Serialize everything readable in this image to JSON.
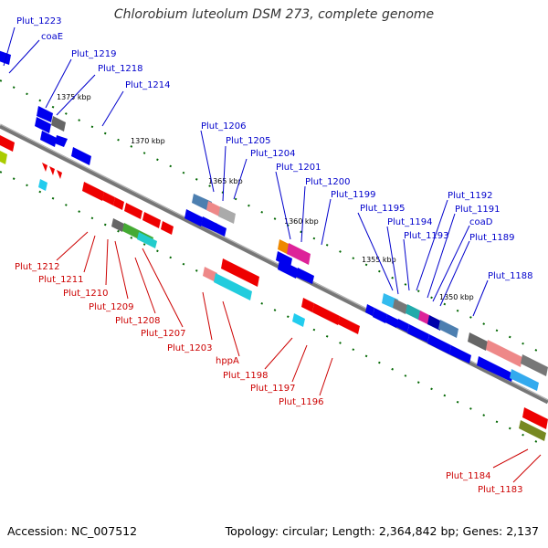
{
  "title": "Chlorobium luteolum DSM 273, complete genome",
  "accession": "Accession: NC_007512",
  "stats": "Topology: circular; Length: 2,364,842 bp; Genes: 2,137",
  "kbp_labels": [
    "1375 kbp",
    "1370 kbp",
    "1365 kbp",
    "1360 kbp",
    "1355 kbp",
    "1350 kbp"
  ],
  "top_labels": [
    "Plut_1223",
    "coaE",
    "Plut_1219",
    "Plut_1218",
    "Plut_1214",
    "Plut_1206",
    "Plut_1205",
    "Plut_1204",
    "Plut_1201",
    "Plut_1200",
    "Plut_1199",
    "Plut_1195",
    "Plut_1194",
    "Plut_1193",
    "Plut_1192",
    "Plut_1191",
    "coaD",
    "Plut_1189",
    "Plut_1188"
  ],
  "bottom_labels": [
    "Plut_1212",
    "Plut_1211",
    "Plut_1210",
    "Plut_1209",
    "Plut_1208",
    "Plut_1207",
    "Plut_1203",
    "hppA",
    "Plut_1198",
    "Plut_1197",
    "Plut_1196",
    "Plut_1184",
    "Plut_1183"
  ],
  "colors": {
    "forward_gene": "#0000ee",
    "reverse_gene": "#ee0000",
    "backbone": "#888888",
    "tick": "#006600",
    "top_label": "#0000cc",
    "bottom_label": "#cc0000"
  }
}
